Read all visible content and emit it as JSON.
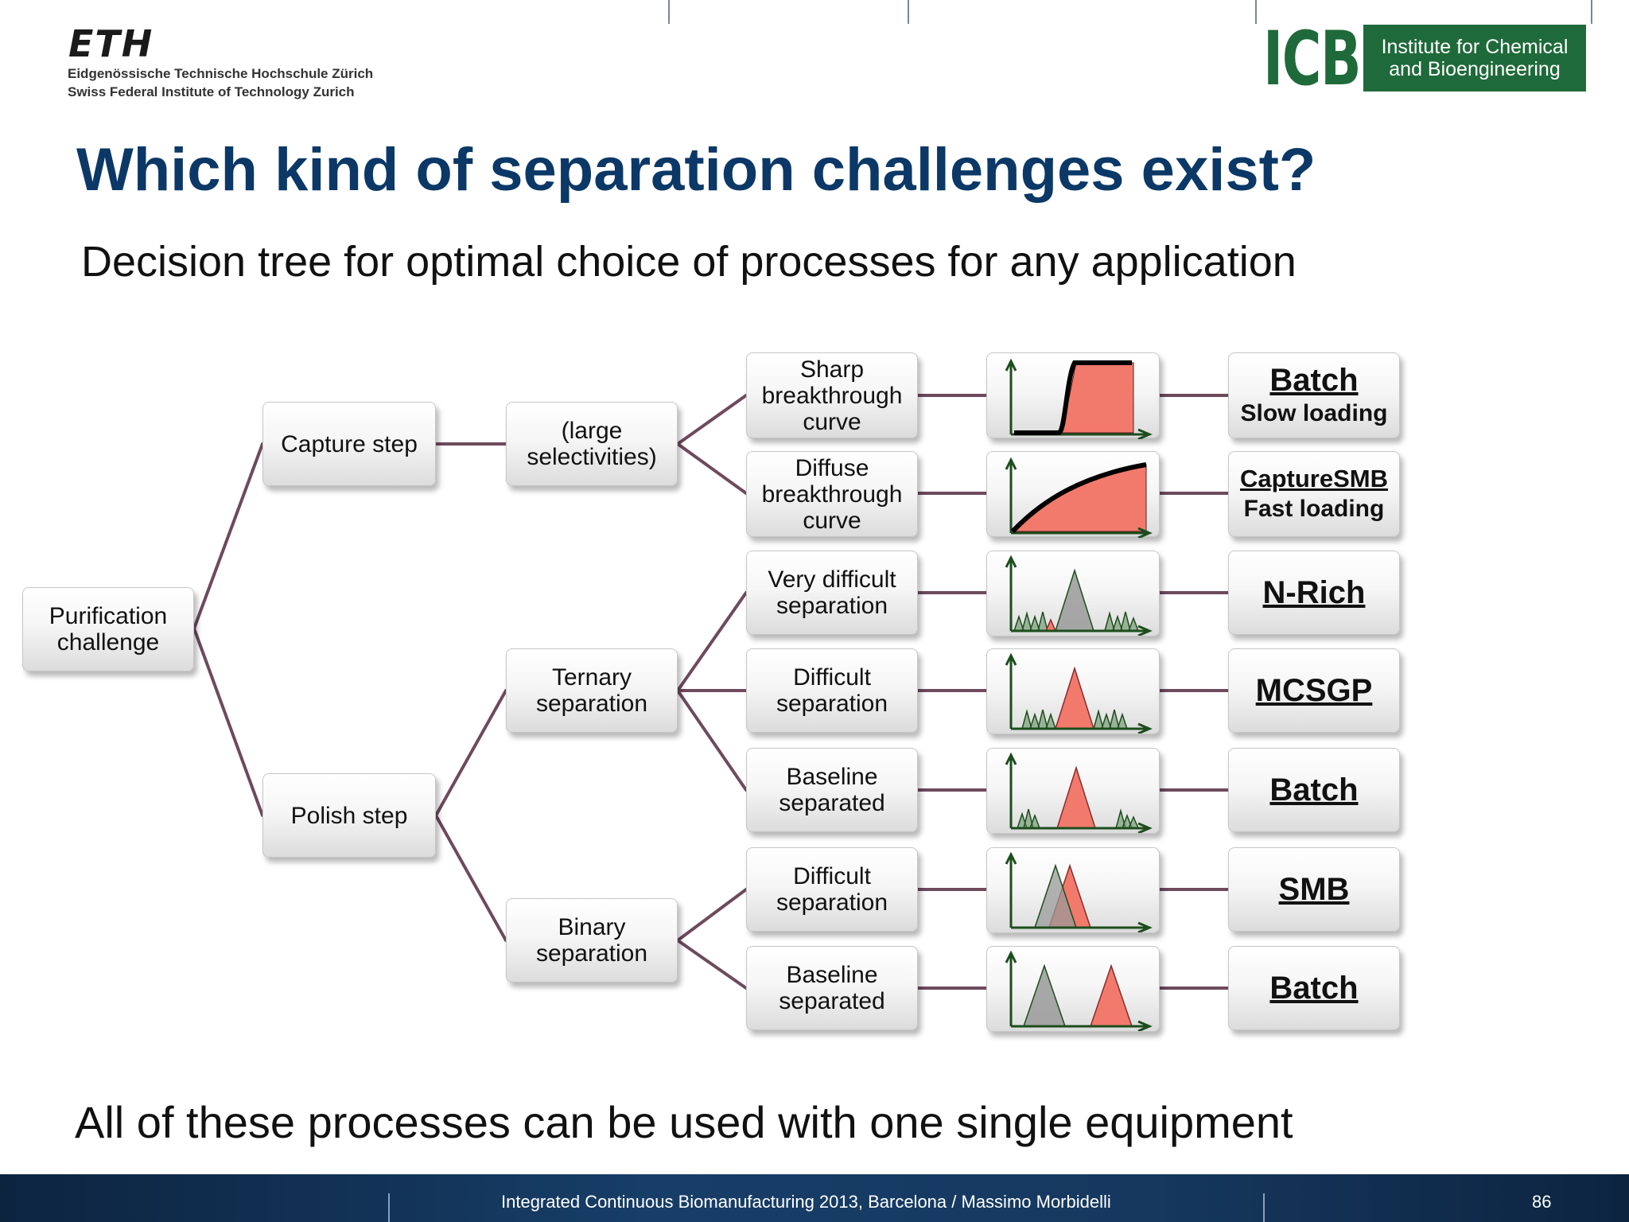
{
  "header": {
    "eth_logo": "ETH",
    "eth_line1": "Eidgenössische Technische Hochschule Zürich",
    "eth_line2": "Swiss Federal Institute of Technology Zurich",
    "icb_logo": "ICB",
    "icb_line1": "Institute for Chemical",
    "icb_line2": "and Bioengineering"
  },
  "title": "Which kind of separation challenges exist?",
  "subtitle": "Decision tree for optimal choice of processes for any application",
  "tree": {
    "root": [
      "Purification",
      "challenge"
    ],
    "level1": {
      "capture": [
        "Capture step"
      ],
      "polish": [
        "Polish step"
      ]
    },
    "level2": {
      "large": [
        "(large",
        "selectivities)"
      ],
      "ternary": [
        "Ternary",
        "separation"
      ],
      "binary": [
        "Binary",
        "separation"
      ]
    },
    "level3": [
      [
        "Sharp",
        "breakthrough",
        "curve"
      ],
      [
        "Diffuse",
        "breakthrough",
        "curve"
      ],
      [
        "Very difficult",
        "separation"
      ],
      [
        "Difficult",
        "separation"
      ],
      [
        "Baseline",
        "separated"
      ],
      [
        "Difficult",
        "separation"
      ],
      [
        "Baseline",
        "separated"
      ]
    ],
    "results": [
      {
        "main": "Batch",
        "sub": "Slow loading"
      },
      {
        "main": "CaptureSMB",
        "sub": "Fast loading"
      },
      {
        "main": "N-Rich",
        "sub": ""
      },
      {
        "main": "MCSGP",
        "sub": ""
      },
      {
        "main": "Batch",
        "sub": ""
      },
      {
        "main": "SMB",
        "sub": ""
      },
      {
        "main": "Batch",
        "sub": ""
      }
    ],
    "chart_icons": [
      "sharp-breakthrough-icon",
      "diffuse-breakthrough-icon",
      "very-difficult-ternary-icon",
      "difficult-ternary-icon",
      "baseline-ternary-icon",
      "difficult-binary-icon",
      "baseline-binary-icon"
    ]
  },
  "colors": {
    "title": "#0b3866",
    "connector": "#6e4a5c",
    "icb_green": "#1f6a3a",
    "peak_red": "#f27a6c",
    "peak_gray": "#9a9a9a",
    "axis_green": "#1d4d1d"
  },
  "footer_note": "All of these processes can be used with one single equipment",
  "footer": {
    "text": "Integrated Continuous  Biomanufacturing  2013, Barcelona / Massimo Morbidelli",
    "page": "86"
  }
}
